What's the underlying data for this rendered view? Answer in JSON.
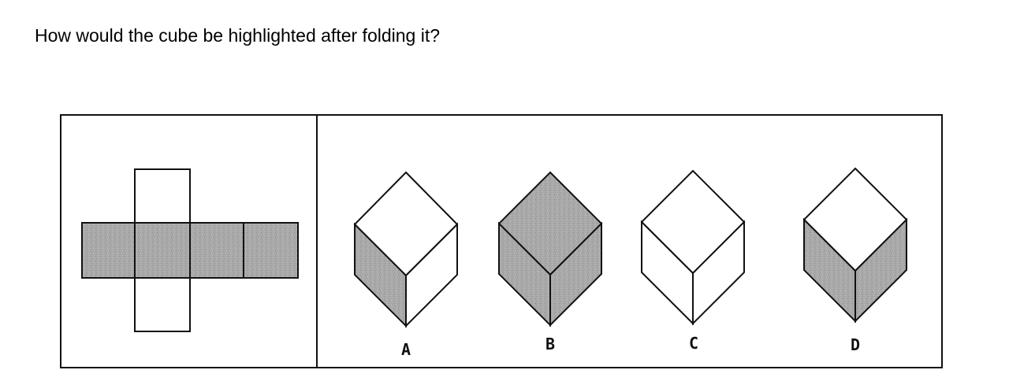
{
  "question": "How would the cube be highlighted after folding it?",
  "colors": {
    "shade": "#a8a8a8",
    "line": "#111111",
    "background": "#ffffff"
  },
  "net": {
    "description": "cross-shaped net: four shaded squares in a horizontal row, two white squares above and below the second square",
    "shaded_squares": 4,
    "white_squares": 2
  },
  "options": [
    {
      "label": "A",
      "top_shaded": false,
      "left_shaded": true,
      "right_shaded": false
    },
    {
      "label": "B",
      "top_shaded": true,
      "left_shaded": true,
      "right_shaded": true
    },
    {
      "label": "C",
      "top_shaded": false,
      "left_shaded": false,
      "right_shaded": false
    },
    {
      "label": "D",
      "top_shaded": false,
      "left_shaded": true,
      "right_shaded": true
    }
  ]
}
